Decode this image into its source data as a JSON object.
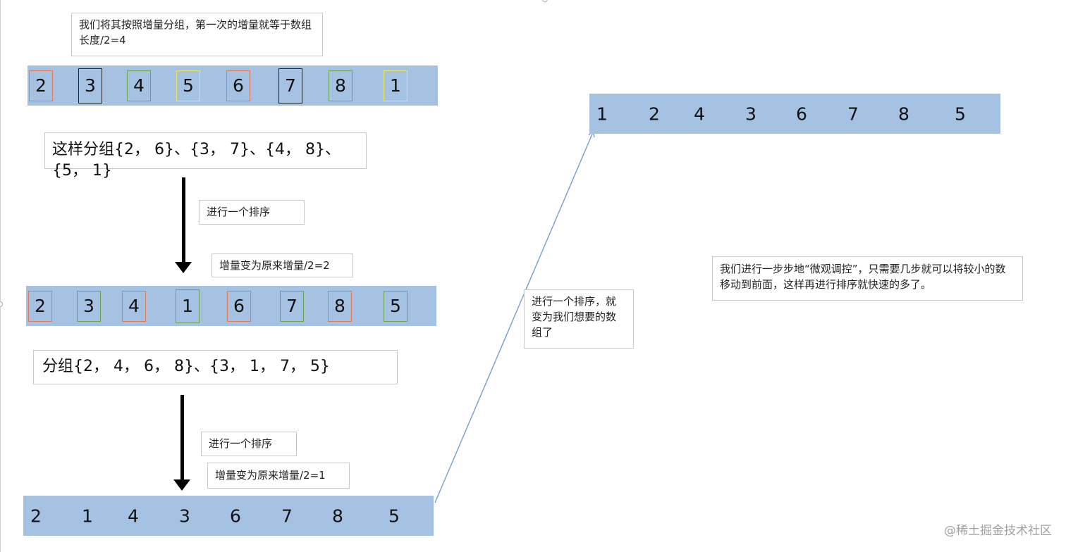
{
  "notes": {
    "intro": "我们将其按照增量分组，第一次的增量就等于数组长度/2=4",
    "groups1": "这样分组{2，  6}、{3，  7}、{4，  8}、{5，  1}",
    "sort1": "进行一个排序",
    "gap2": "增量变为原来增量/2=2",
    "groups2": "分组{2，  4，  6，  8}、{3，  1，  7，  5}",
    "sort2": "进行一个排序",
    "gap1": "增量变为原来增量/2=1",
    "finalSort": "进行一个排序，就变为我们想要的数组了",
    "conclusion": "我们进行一步步地“微观调控”，只需要几步就可以将较小的数移动到前面，这样再进行排序就快速的多了。"
  },
  "rows": {
    "row1": [
      "2",
      "3",
      "4",
      "5",
      "6",
      "7",
      "8",
      "1"
    ],
    "row2": [
      "2",
      "3",
      "4",
      "1",
      "6",
      "7",
      "8",
      "5"
    ],
    "row3": [
      "2",
      "1",
      "4",
      "3",
      "6",
      "7",
      "8",
      "5"
    ],
    "result": [
      "1",
      "2",
      "4",
      "3",
      "6",
      "7",
      "8",
      "5"
    ]
  },
  "colors": {
    "bar": "#a6c2e3",
    "orange": "#e07a55",
    "black": "#222222",
    "green": "#6aa84f",
    "yellow": "#e8e85a",
    "connector": "#7ea3cf"
  },
  "watermark": "@稀土掘金技术社区"
}
